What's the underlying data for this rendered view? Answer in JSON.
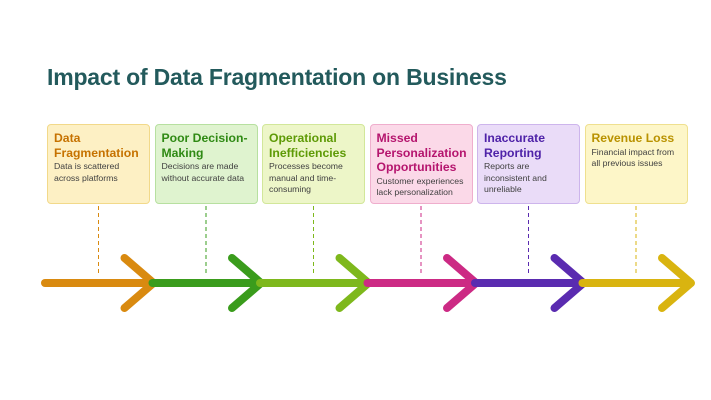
{
  "title": "Impact of Data Fragmentation on Business",
  "stages": [
    {
      "title": "Data Fragmentation",
      "description": "Data is scattered across platforms",
      "color": "#d98a10",
      "bg": "#fdf0c4",
      "border": "#f2d98a",
      "title_color": "#c67200"
    },
    {
      "title": "Poor Decision-Making",
      "description": "Decisions are made without accurate data",
      "color": "#3a9c1c",
      "bg": "#dff3cf",
      "border": "#b7e0a0",
      "title_color": "#2f8a14"
    },
    {
      "title": "Operational Inefficiencies",
      "description": "Processes become manual and time-consuming",
      "color": "#7eb81c",
      "bg": "#edf6c8",
      "border": "#d2e79a",
      "title_color": "#5e9a06"
    },
    {
      "title": "Missed Personalization Opportunities",
      "description": "Customer experiences lack personalization",
      "color": "#cc2a84",
      "bg": "#fbd9e8",
      "border": "#efaecd",
      "title_color": "#b5156e"
    },
    {
      "title": "Inaccurate Reporting",
      "description": "Reports are inconsistent and unreliable",
      "color": "#5a2bb0",
      "bg": "#eadcf8",
      "border": "#cdb5ec",
      "title_color": "#4e22a8"
    },
    {
      "title": "Revenue Loss",
      "description": "Financial impact from all previous issues",
      "color": "#d9b410",
      "bg": "#fdf6c8",
      "border": "#efe08f",
      "title_color": "#b99200"
    }
  ]
}
